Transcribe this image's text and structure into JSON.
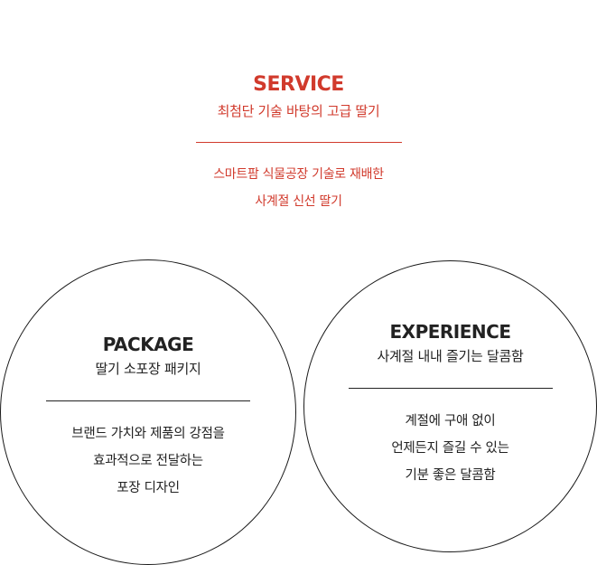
{
  "service": {
    "title": "SERVICE",
    "subtitle": "최첨단 기술 바탕의 고급 딸기",
    "desc_line1": "스마트팜 식물공장 기술로 재배한",
    "desc_line2": "사계절 신선 딸기"
  },
  "package": {
    "title": "PACKAGE",
    "subtitle": "딸기 소포장 패키지",
    "desc_line1": "브랜드 가치와 제품의 강점을",
    "desc_line2": "효과적으로 전달하는",
    "desc_line3": "포장 디자인"
  },
  "experience": {
    "title": "EXPERIENCE",
    "subtitle": "사계절 내내 즐기는 달콤함",
    "desc_line1": "계절에 구애 없이",
    "desc_line2": "언제든지 즐길 수 있는",
    "desc_line3": "기분 좋은 달콤함"
  },
  "colors": {
    "accent": "#d13a2c",
    "text": "#222222",
    "background": "#ffffff"
  }
}
